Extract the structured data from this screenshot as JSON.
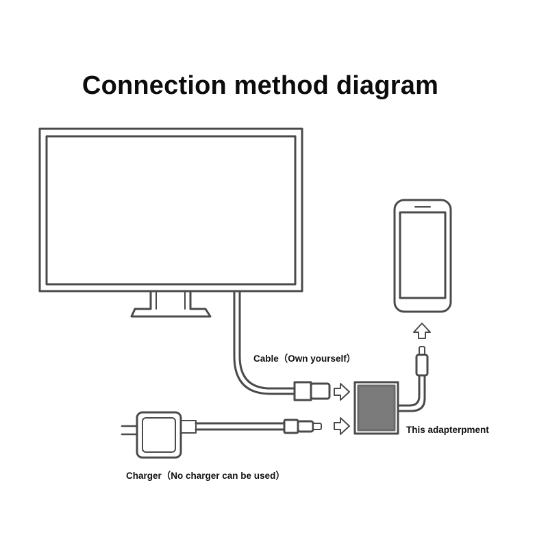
{
  "title": "Connection method diagram",
  "labels": {
    "cable": "Cable（Own yourself）",
    "adapter": "This adapterpment",
    "charger": "Charger（No charger can be used）"
  },
  "colors": {
    "line": "#4a4a4a",
    "adapter_fill": "#7b7b7b",
    "background": "#ffffff"
  },
  "icons": [
    "monitor-icon",
    "smartphone-icon",
    "power-adapter-icon",
    "hdmi-plug-icon",
    "lightning-plug-icon",
    "arrow-right-icon",
    "arrow-up-icon"
  ]
}
